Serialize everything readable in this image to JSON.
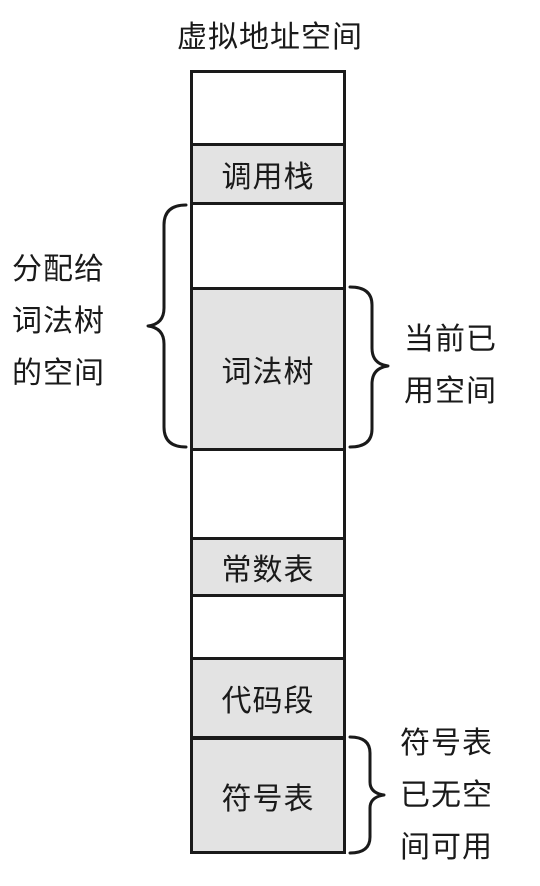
{
  "title": "虚拟地址空间",
  "segments": [
    {
      "label": "",
      "filled": false
    },
    {
      "label": "调用栈",
      "filled": true
    },
    {
      "label": "",
      "filled": false
    },
    {
      "label": "词法树",
      "filled": true
    },
    {
      "label": "",
      "filled": false
    },
    {
      "label": "常数表",
      "filled": true
    },
    {
      "label": "",
      "filled": false
    },
    {
      "label": "代码段",
      "filled": true
    },
    {
      "label": "符号表",
      "filled": true
    }
  ],
  "annotations": {
    "allocated": [
      "分配给",
      "词法树",
      "的空间"
    ],
    "used": [
      "当前已",
      "用空间"
    ],
    "full": [
      "符号表",
      "已无空",
      "间可用"
    ]
  }
}
